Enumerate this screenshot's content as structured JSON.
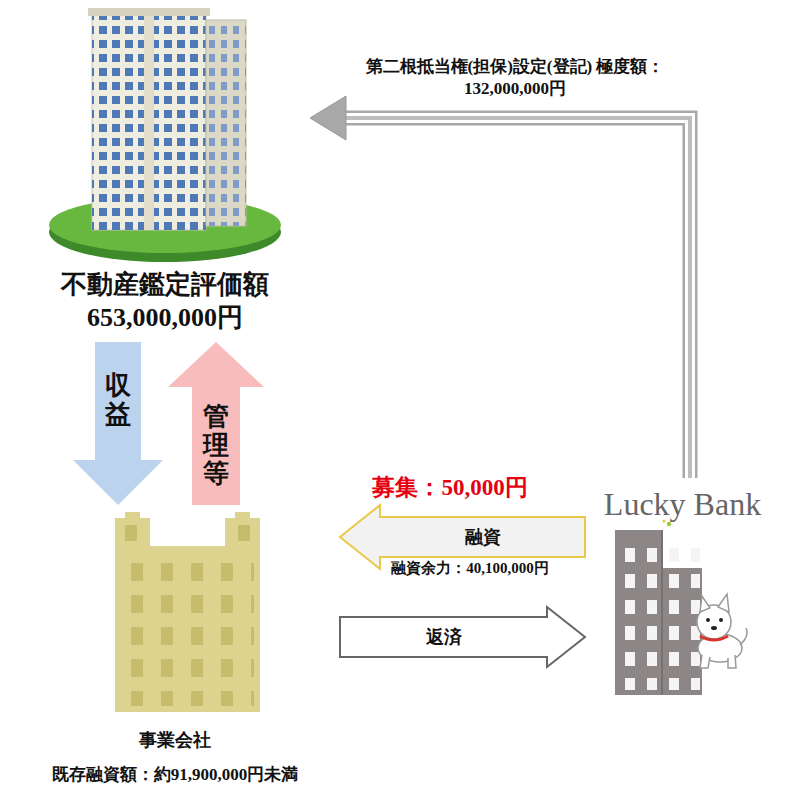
{
  "diagram": {
    "nodes": [
      {
        "text": [
          "不動産鑑定評価額",
          "653,000,000円"
        ]
      },
      {
        "text": [
          "事業会社",
          "既存融資額：約91,900,000円未満"
        ]
      },
      {
        "text": [
          "Lucky Bank"
        ]
      }
    ],
    "edges": [
      {
        "from": 0,
        "to": 1,
        "arrow": "to",
        "label": "収益"
      },
      {
        "from": 1,
        "to": 0,
        "arrow": "to",
        "label": "管理等"
      },
      {
        "from": 2,
        "to": 0,
        "arrow": "to",
        "label": "第二根抵当権(担保)設定(登記) 極度額：132,000,000円"
      },
      {
        "from": 2,
        "to": 1,
        "arrow": "to",
        "label": "融資"
      },
      {
        "from": 1,
        "to": 2,
        "arrow": "to",
        "label": "返済"
      }
    ],
    "labels": [
      "募集：50,000円",
      "融資余力：40,100,000円"
    ]
  }
}
